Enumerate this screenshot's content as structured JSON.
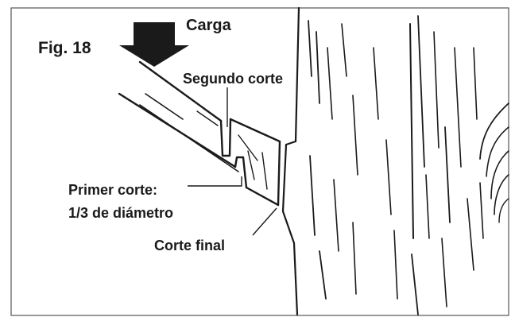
{
  "figure_number": "Fig. 18",
  "labels": {
    "load": "Carga",
    "second_cut": "Segundo corte",
    "first_cut_line1": "Primer corte:",
    "first_cut_line2": "1/3 de diámetro",
    "final_cut": "Corte final"
  },
  "colors": {
    "ink": "#1a1a1a",
    "background": "#ffffff",
    "frame": "#444444"
  },
  "icons": {
    "load_arrow": "down-arrow-icon"
  }
}
